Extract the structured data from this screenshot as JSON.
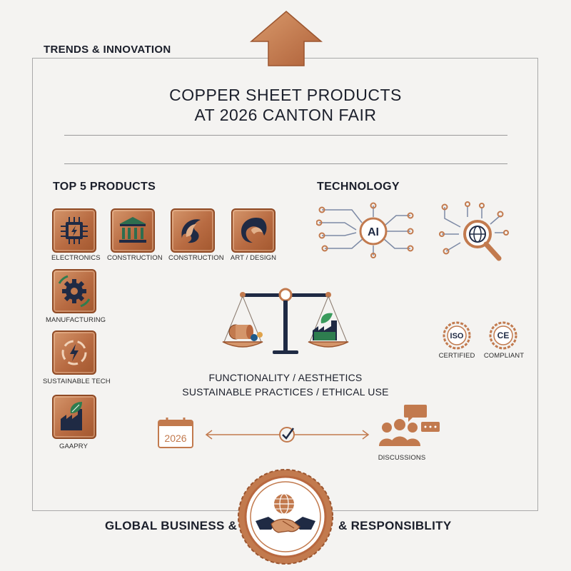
{
  "header": {
    "section_label": "TRENDS & INNOVATION",
    "title_line1": "COPPER SHEET PRODUCTS",
    "title_line2": "AT 2026 CANTON FAIR"
  },
  "products": {
    "heading": "TOP 5 PRODUCTS",
    "items": [
      {
        "label": "ELECTRONICS",
        "icon": "circuit-chip-icon"
      },
      {
        "label": "CONSTRUCTION",
        "icon": "building-columns-icon"
      },
      {
        "label": "CONSTRUCTION",
        "icon": "copper-swirl-icon"
      },
      {
        "label": "ART / DESIGN",
        "icon": "art-swirl-icon"
      },
      {
        "label": "MANUFACTURING",
        "icon": "gear-cycle-icon"
      },
      {
        "label": "SUSTAINABLE TECH",
        "icon": "energy-cycle-icon"
      },
      {
        "label": "GAAPRY",
        "icon": "factory-leaf-icon"
      }
    ]
  },
  "technology": {
    "heading": "TECHNOLOGY",
    "ai_label": "AI",
    "icons": [
      "ai-circuit-icon",
      "globe-search-icon"
    ]
  },
  "balance": {
    "line1": "FUNCTIONALITY / AESTHETICS",
    "line2": "SUSTAINABLE PRACTICES / ETHICAL USE"
  },
  "certifications": [
    {
      "badge": "ISO",
      "label": "CERTIFIED"
    },
    {
      "badge": "CE",
      "label": "COMPLIANT"
    }
  ],
  "timeline": {
    "year": "2026",
    "discussions_label": "DISCUSSIONS"
  },
  "footer": {
    "left": "GLOBAL BUSINESS &",
    "right": "& RESPONSIBLITY"
  },
  "colors": {
    "copper": "#c27a4e",
    "copper_dark": "#8f4a25",
    "navy": "#1f2a44",
    "green": "#2e7d4f",
    "frame": "#a9a9a9"
  }
}
